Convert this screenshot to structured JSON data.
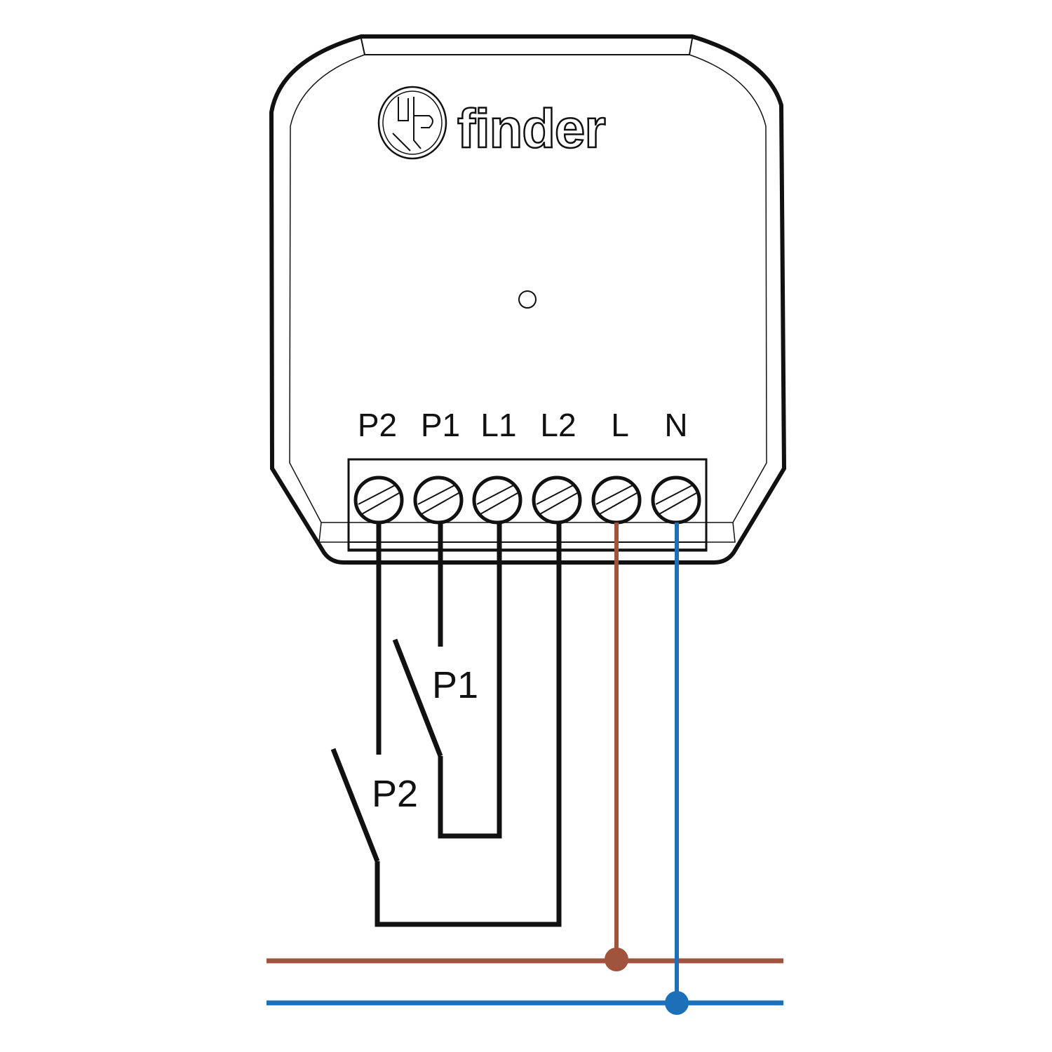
{
  "brand": {
    "name": "finder"
  },
  "terminals": [
    "P2",
    "P1",
    "L1",
    "L2",
    "L",
    "N"
  ],
  "switches": {
    "p1": "P1",
    "p2": "P2"
  },
  "colors": {
    "line": "#a0533d",
    "neutral": "#1b70b9",
    "wire": "#111111"
  }
}
